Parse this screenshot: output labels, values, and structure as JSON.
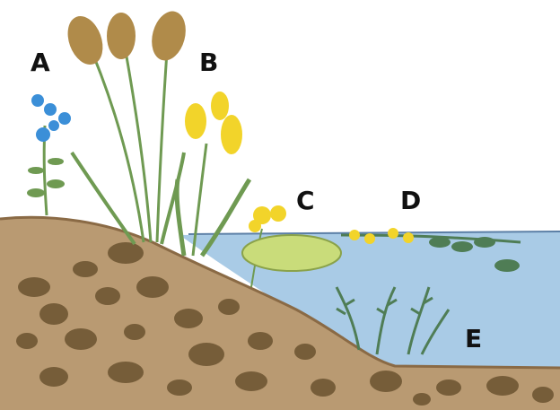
{
  "labels": {
    "a": "A",
    "b": "B",
    "c": "C",
    "d": "D",
    "e": "E"
  },
  "colors": {
    "water": "#a9cbe6",
    "water_edge": "#5b7fa6",
    "soil": "#b99a72",
    "soil_dark": "#8a6a45",
    "stone": "#6b5330",
    "reed_green": "#6f9a52",
    "reed_head": "#b08b4a",
    "iris_yellow": "#f2d42a",
    "forget_me_not": "#3b8fd8",
    "lily_pad": "#c9dc7a",
    "submerged": "#4f7d55"
  }
}
